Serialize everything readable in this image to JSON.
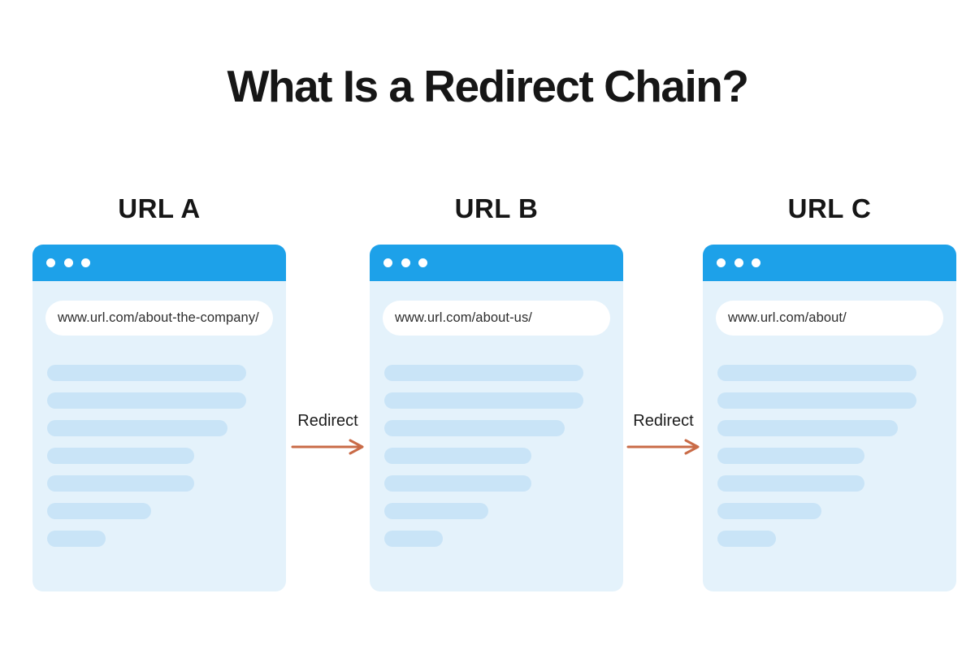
{
  "title": "What Is a Redirect Chain?",
  "colors": {
    "browser_header_blue": "#1DA1E9",
    "browser_body_blue": "#E4F2FB",
    "placeholder_line_blue": "#C9E4F7",
    "arrow_orange": "#C96B47",
    "heading_text": "#161616"
  },
  "windows": [
    {
      "label": "URL A",
      "url": "www.url.com/about-the-company/"
    },
    {
      "label": "URL B",
      "url": "www.url.com/about-us/"
    },
    {
      "label": "URL C",
      "url": "www.url.com/about/"
    }
  ],
  "connectors": [
    {
      "label": "Redirect"
    },
    {
      "label": "Redirect"
    }
  ],
  "skeleton_lines_pct": [
    88,
    88,
    80,
    65,
    65,
    46,
    26
  ]
}
